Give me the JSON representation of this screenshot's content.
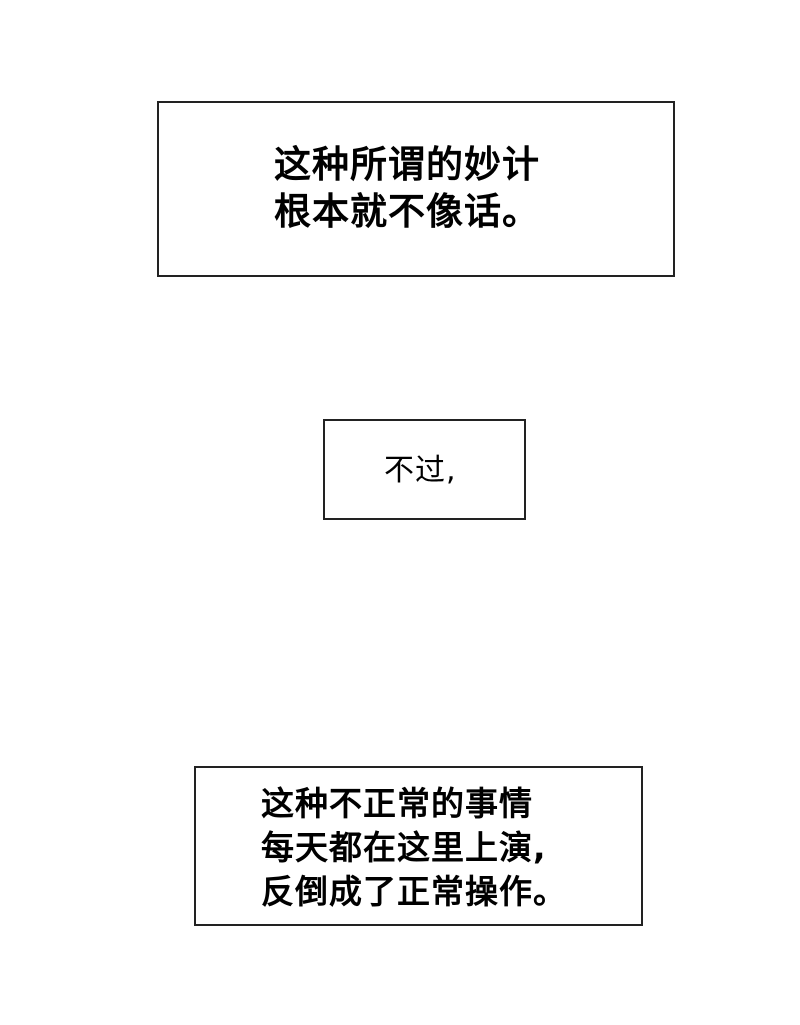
{
  "captions": [
    {
      "lines": [
        "这种所谓的妙计",
        "根本就不像话。"
      ]
    },
    {
      "lines": [
        "不过,"
      ]
    },
    {
      "lines": [
        "这种不正常的事情",
        "每天都在这里上演,",
        "反倒成了正常操作。"
      ]
    }
  ]
}
